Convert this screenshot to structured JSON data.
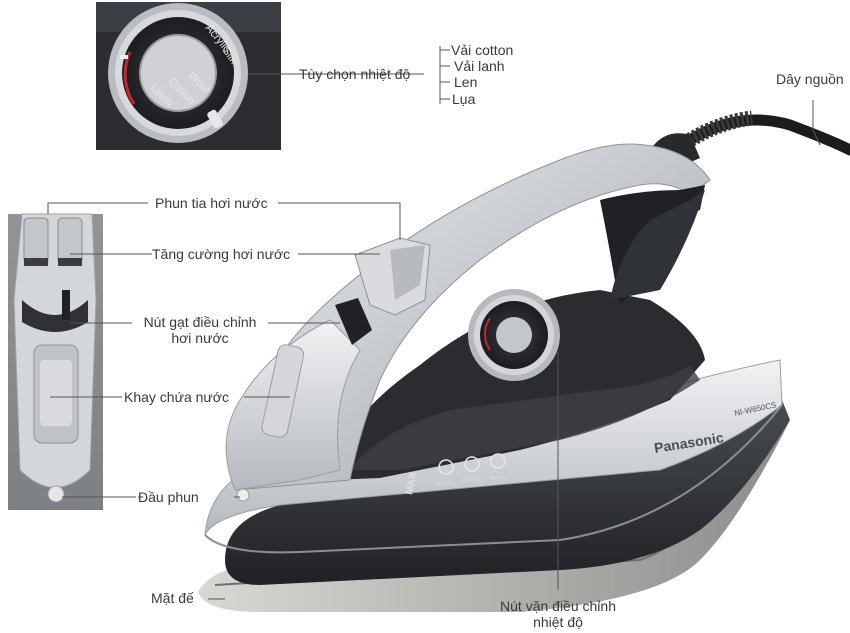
{
  "labels": {
    "temperature_option": "Tùy chọn nhiệt độ",
    "fabrics": [
      "Vải cotton",
      "Vải lanh",
      "Len",
      "Lụa"
    ],
    "power_cord": "Dây nguồn",
    "spray": "Phun tia hơi nước",
    "steam_boost": "Tăng cường hơi nước",
    "steam_lever_line1": "Nút gạt điều chỉnh",
    "steam_lever_line2": "hơi nước",
    "water_tank": "Khay chứa nước",
    "spray_nozzle": "Đầu phun",
    "soleplate": "Mặt đế",
    "dial_line1": "Nút vặn điều chỉnh",
    "dial_line2": "nhiệt độ"
  },
  "product": {
    "brand": "Panasonic",
    "model": "NI-W650CS",
    "max_mark": "MAX",
    "feature_icons": [
      "Anti Drip",
      "Calc Out",
      "Vertical"
    ]
  },
  "dial": {
    "settings": [
      "Acrylic",
      "Silk",
      "Wool",
      "Cotton",
      "Linen"
    ]
  },
  "colors": {
    "silver_body": "#c9ccd0",
    "dark_body": "#2e3034",
    "leader_line": "#555555",
    "dial_red": "#c8252b"
  }
}
